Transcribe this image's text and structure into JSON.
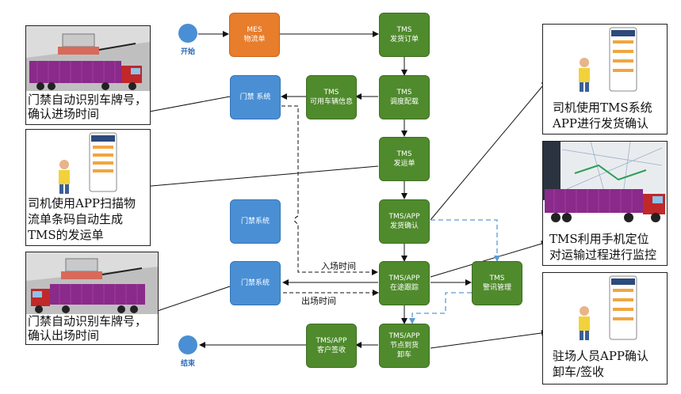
{
  "start": {
    "label": "开始"
  },
  "end": {
    "label": "结束"
  },
  "nodes": {
    "mes": {
      "line1": "MES",
      "line2": "物流单"
    },
    "tms_order": {
      "line1": "TMS",
      "line2": "发货订单"
    },
    "tms_vehicle": {
      "line1": "TMS",
      "line2": "可用车辆信息"
    },
    "tms_dispatch": {
      "line1": "TMS",
      "line2": "调度配载"
    },
    "tms_waybill": {
      "line1": "TMS",
      "line2": "发运单"
    },
    "tms_confirm": {
      "line1": "TMS/APP",
      "line2": "发货确认"
    },
    "tms_tracking": {
      "line1": "TMS/APP",
      "line2": "在途跟踪"
    },
    "tms_alert": {
      "line1": "TMS",
      "line2": "警讯管理"
    },
    "tms_unload": {
      "line1": "TMS/APP",
      "line2": "节点到货",
      "line3": "卸车"
    },
    "tms_sign": {
      "line1": "TMS/APP",
      "line2": "客户签收"
    },
    "gate1": {
      "line1": "门禁 系统"
    },
    "gate2": {
      "line1": "门禁系统"
    },
    "gate3": {
      "line1": "门禁系统"
    }
  },
  "edge_labels": {
    "entry_time": "入场时间",
    "exit_time": "出场时间"
  },
  "panels": {
    "gate_entry": {
      "line1": "门禁自动识别车牌号，",
      "line2": "确认进场时间"
    },
    "driver_scan": {
      "line1": "司机使用APP扫描物",
      "line2": "流单条码自动生成",
      "line3": "TMS的发运单"
    },
    "gate_exit": {
      "line1": "门禁自动识别车牌号，",
      "line2": "确认出场时间"
    },
    "driver_confirm": {
      "line1": "司机使用TMS系统",
      "line2": "APP进行发货确认"
    },
    "gps_monitor": {
      "line1": "TMS利用手机定位",
      "line2": "对运输过程进行监控"
    },
    "site_confirm": {
      "line1": "驻场人员APP确认",
      "line2": "卸车/签收"
    }
  },
  "colors": {
    "green": "#4f8a2c",
    "orange": "#e87d2b",
    "blue": "#4a8fd4",
    "dashed_blue": "#5b9bd5"
  }
}
